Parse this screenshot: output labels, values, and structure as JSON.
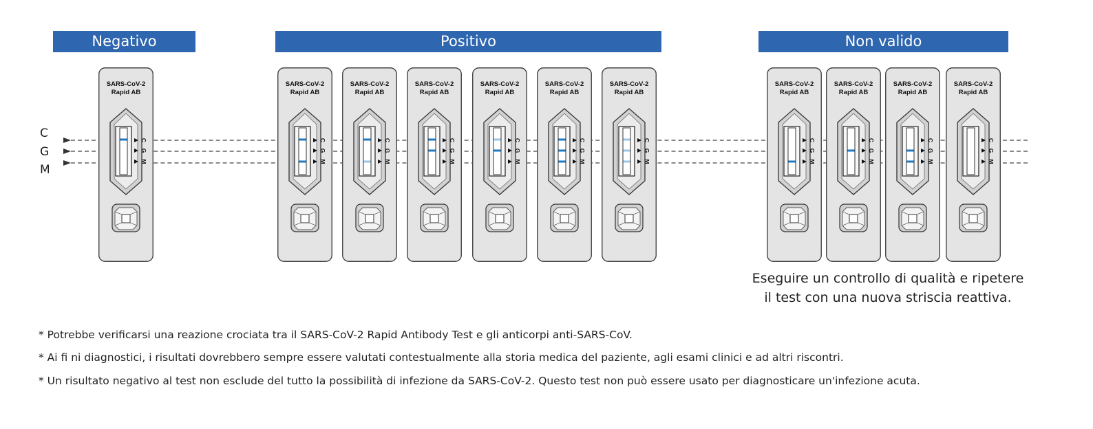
{
  "groups": {
    "negative": "Negativo",
    "positive": "Positivo",
    "invalid": "Non valido"
  },
  "line_labels": {
    "c": "C",
    "g": "G",
    "m": "M"
  },
  "brand_line1": "SARS-CoV-2",
  "brand_line2": "Rapid AB",
  "window_labels": {
    "c": "C",
    "g": "G",
    "m": "M"
  },
  "colors": {
    "header": "#2e66b0",
    "strong_line": "#1e78c8",
    "faint_line": "#9cc4e6"
  },
  "strips": [
    {
      "group": "negative",
      "C": "strong",
      "G": "none",
      "M": "none"
    },
    {
      "group": "positive",
      "C": "strong",
      "G": "none",
      "M": "strong"
    },
    {
      "group": "positive",
      "C": "strong",
      "G": "none",
      "M": "faint"
    },
    {
      "group": "positive",
      "C": "strong",
      "G": "strong",
      "M": "none"
    },
    {
      "group": "positive",
      "C": "faint",
      "G": "strong",
      "M": "none"
    },
    {
      "group": "positive",
      "C": "strong",
      "G": "strong",
      "M": "strong"
    },
    {
      "group": "positive",
      "C": "faint",
      "G": "faint",
      "M": "faint"
    },
    {
      "group": "invalid",
      "C": "none",
      "G": "none",
      "M": "strong"
    },
    {
      "group": "invalid",
      "C": "none",
      "G": "strong",
      "M": "none"
    },
    {
      "group": "invalid",
      "C": "none",
      "G": "strong",
      "M": "strong"
    },
    {
      "group": "invalid",
      "C": "none",
      "G": "none",
      "M": "none"
    }
  ],
  "instruction_line1": "Eseguire un controllo di qualità e ripetere",
  "instruction_line2": "il test con una nuova striscia reattiva.",
  "notes": [
    "* Potrebbe verificarsi una reazione crociata tra il SARS-CoV-2 Rapid Antibody Test e gli anticorpi anti-SARS-CoV.",
    "* Ai fi ni diagnostici, i risultati dovrebbero sempre essere valutati contestualmente alla storia medica del paziente, agli esami clinici e ad altri riscontri.",
    "* Un risultato negativo al test non esclude del tutto la possibilità di infezione da SARS-CoV-2. Questo test non può essere usato per diagnosticare un'infezione acuta."
  ]
}
